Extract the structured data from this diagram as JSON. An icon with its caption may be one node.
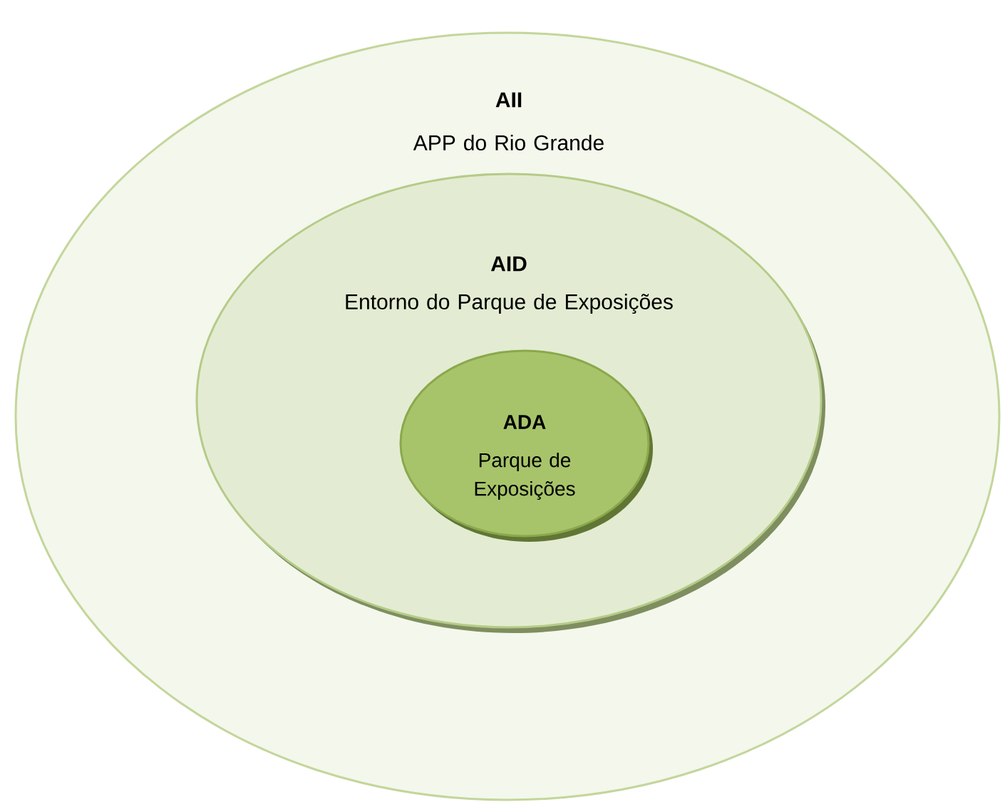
{
  "diagram": {
    "nodes": [
      {
        "text": [
          "AII",
          "APP do Rio Grande"
        ]
      },
      {
        "text": [
          "AID",
          "Entorno do Parque de Exposições"
        ],
        "in": 0
      },
      {
        "text": [
          "ADA",
          "Parque de Exposições"
        ],
        "in": 1
      }
    ]
  }
}
